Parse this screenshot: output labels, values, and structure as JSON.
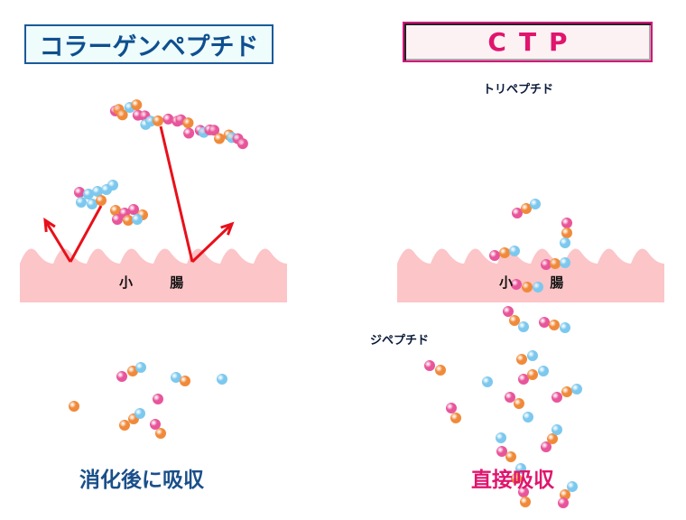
{
  "left": {
    "title": "コラーゲンペプチド",
    "intestine_label": "小 腸",
    "result_label": "消化後に吸収"
  },
  "right": {
    "title": "CTP",
    "tripeptide_label": "トリペプチド",
    "dipeptide_label": "ジペプチド",
    "intestine_label": "小 腸",
    "result_label": "直接吸収"
  },
  "colors": {
    "bead_pink": "#e8559a",
    "bead_orange": "#f08a3a",
    "bead_blue": "#7cc8ee",
    "intestine": "#fcc5c8",
    "arrow": "#e8101a",
    "left_accent": "#1a4f8a",
    "right_accent": "#e0156e"
  }
}
